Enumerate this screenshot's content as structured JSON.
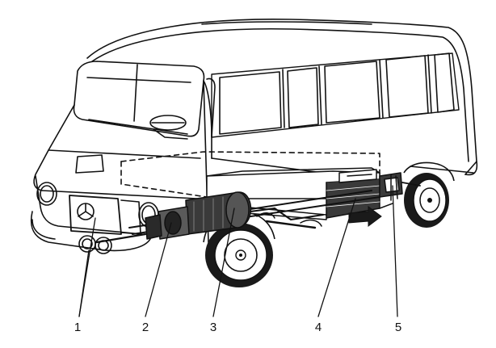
{
  "callouts": [
    {
      "id": "1",
      "label": "1"
    },
    {
      "id": "2",
      "label": "2"
    },
    {
      "id": "3",
      "label": "3"
    },
    {
      "id": "4",
      "label": "4"
    },
    {
      "id": "5",
      "label": "5"
    }
  ],
  "colors": {
    "ink": "#111111",
    "paper": "#ffffff",
    "shade": "#3a3a3a",
    "tire": "#1a1a1a"
  }
}
